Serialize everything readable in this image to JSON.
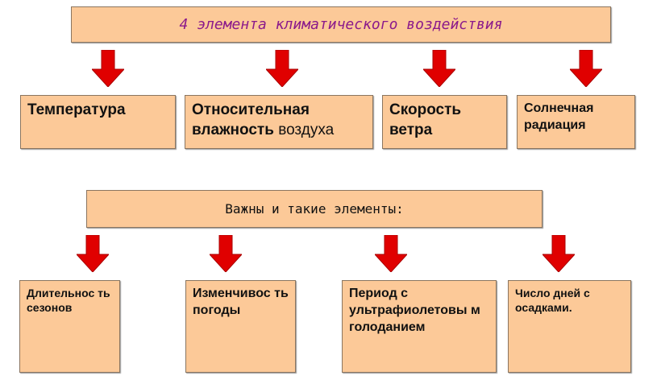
{
  "header": {
    "title": "4 элемента климатического воздействия"
  },
  "main_elements": [
    {
      "label": "Температура"
    },
    {
      "label_bold": "Относительная влажность",
      "label_normal": "воздуха"
    },
    {
      "label": "Скорость ветра"
    },
    {
      "label": "Солнечная радиация"
    }
  ],
  "secondary": {
    "title": "Важны и такие элементы:"
  },
  "secondary_elements": [
    {
      "label": "Длительнос ть сезонов"
    },
    {
      "label": "Изменчивос ть погоды"
    },
    {
      "label": "Период с ультрафиолетовы м голоданием"
    },
    {
      "label": "Число дней с осадками."
    }
  ],
  "colors": {
    "box": "#fcc998",
    "arrow": "#e00000",
    "title": "#8b1a8b"
  }
}
